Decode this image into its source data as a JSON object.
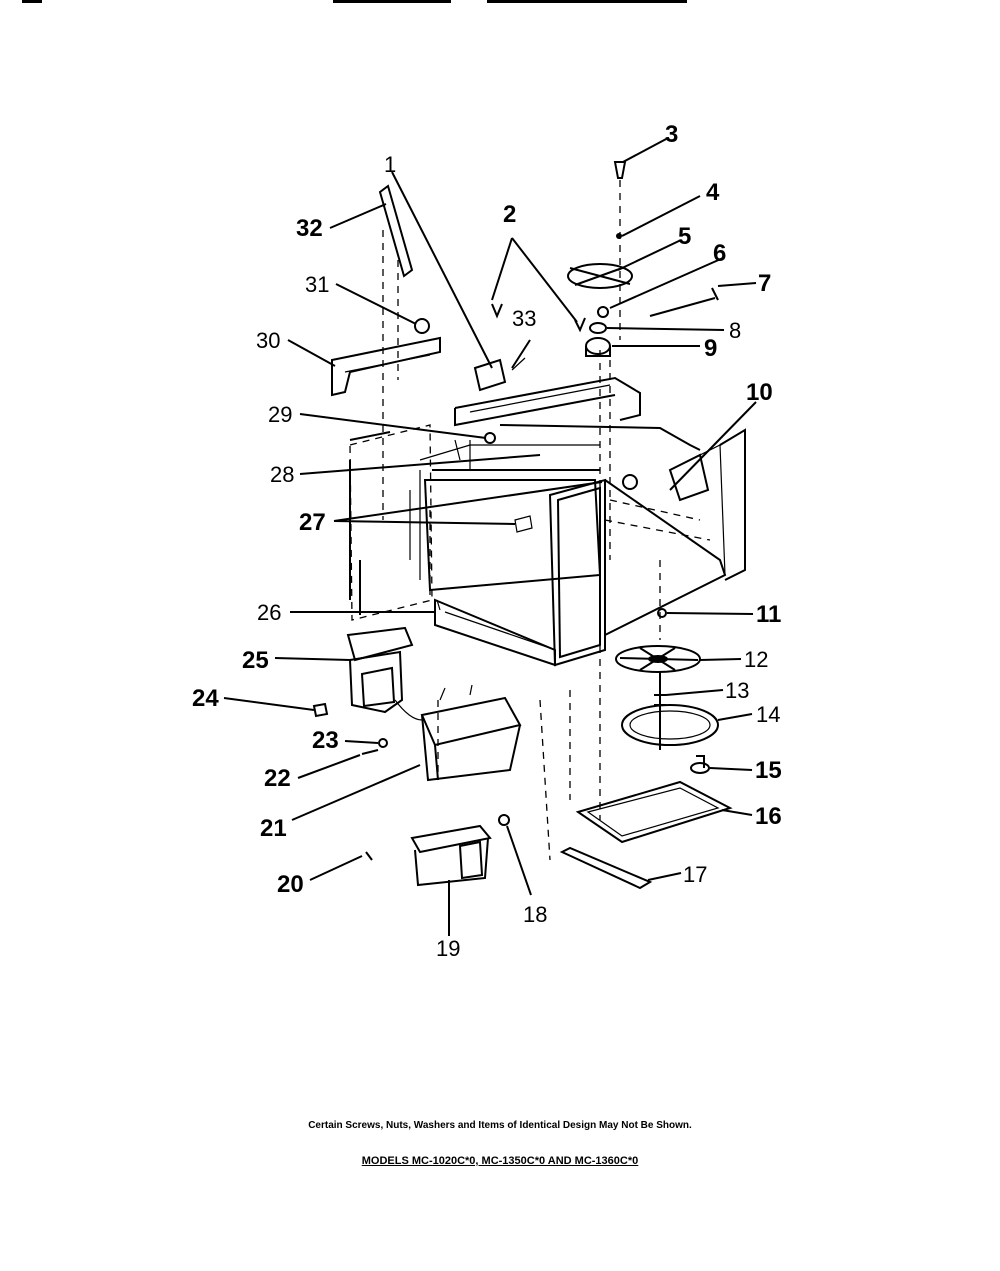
{
  "callouts": [
    {
      "id": "1",
      "label": "1"
    },
    {
      "id": "2",
      "label": "2"
    },
    {
      "id": "3",
      "label": "3"
    },
    {
      "id": "4",
      "label": "4"
    },
    {
      "id": "5",
      "label": "5"
    },
    {
      "id": "6",
      "label": "6"
    },
    {
      "id": "7",
      "label": "7"
    },
    {
      "id": "8",
      "label": "8"
    },
    {
      "id": "9",
      "label": "9"
    },
    {
      "id": "10",
      "label": "10"
    },
    {
      "id": "11",
      "label": "11"
    },
    {
      "id": "12",
      "label": "12"
    },
    {
      "id": "13",
      "label": "13"
    },
    {
      "id": "14",
      "label": "14"
    },
    {
      "id": "15",
      "label": "15"
    },
    {
      "id": "16",
      "label": "16"
    },
    {
      "id": "17",
      "label": "17"
    },
    {
      "id": "18",
      "label": "18"
    },
    {
      "id": "19",
      "label": "19"
    },
    {
      "id": "20",
      "label": "20"
    },
    {
      "id": "21",
      "label": "21"
    },
    {
      "id": "22",
      "label": "22"
    },
    {
      "id": "23",
      "label": "23"
    },
    {
      "id": "24",
      "label": "24"
    },
    {
      "id": "25",
      "label": "25"
    },
    {
      "id": "26",
      "label": "26"
    },
    {
      "id": "27",
      "label": "27"
    },
    {
      "id": "28",
      "label": "28"
    },
    {
      "id": "29",
      "label": "29"
    },
    {
      "id": "30",
      "label": "30"
    },
    {
      "id": "31",
      "label": "31"
    },
    {
      "id": "32",
      "label": "32"
    },
    {
      "id": "33",
      "label": "33"
    }
  ],
  "footnote": "Certain Screws, Nuts, Washers and Items of Identical Design May Not Be Shown.",
  "models_caption": "MODELS MC-1020C*0, MC-1350C*0 AND MC-1360C*0"
}
